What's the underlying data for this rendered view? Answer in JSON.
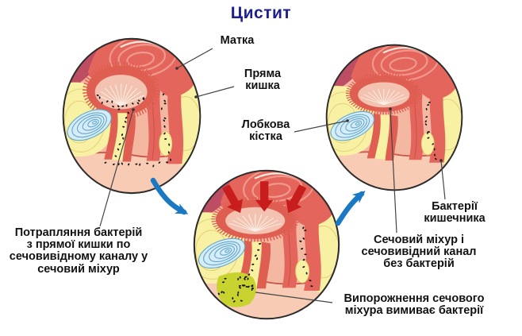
{
  "title": {
    "text": "Цистит"
  },
  "labels": {
    "uterus": "Матка",
    "rectum": "Пряма\nкишка",
    "pubic_bone": "Лобкова\nкістка",
    "bacteria_entry": "Потрапляння бактерій\nз прямої кишки по\nсечовивідному каналу у\nсечовий міхур",
    "gut_bacteria": "Бактерії\nкишечника",
    "no_bacteria": "Сечовий міхур і\nсечовивідний канал\nбез бактерій",
    "flush": "Випорожнення сечового\nміхура вимиває бактерії"
  },
  "colors": {
    "title": "#1e1e8f",
    "label": "#111111",
    "leader_line": "#444444",
    "cycle_arrow": "#1a79c2",
    "pressure_arrow": "#c81d1d",
    "urine_spray": "#c9d32f",
    "bacteria": "#151515"
  },
  "icons": {
    "cycle_arrow_left": "curved-arrow-down-right",
    "cycle_arrow_right": "curved-arrow-up-right",
    "pressure_arrows": "three-red-down-arrows"
  }
}
